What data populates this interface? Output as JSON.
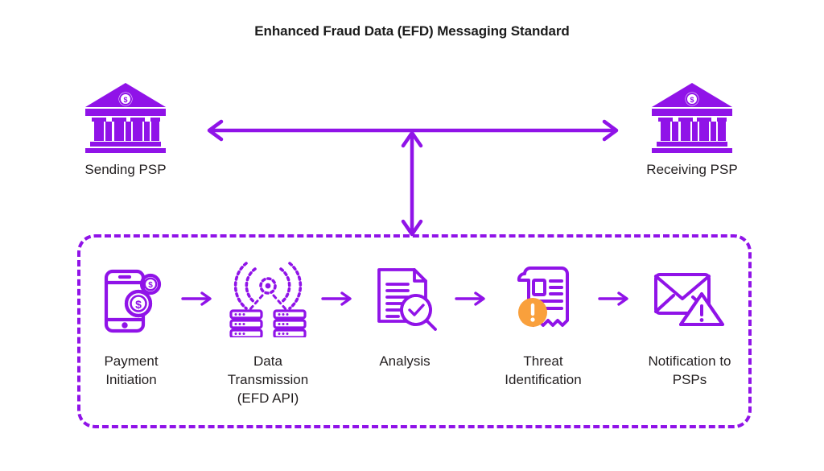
{
  "title": "Enhanced Fraud Data (EFD) Messaging Standard",
  "colors": {
    "purple": "#9013e8",
    "orange": "#f9a03c",
    "text": "#231f20",
    "background": "#ffffff"
  },
  "nodes": [
    {
      "id": "sending-psp",
      "label": "Sending PSP",
      "icon": "bank-icon"
    },
    {
      "id": "receiving-psp",
      "label": "Receiving PSP",
      "icon": "bank-icon"
    }
  ],
  "connectors": [
    {
      "id": "psp-to-psp",
      "icon": "double-headed-horizontal-arrow-icon",
      "direction": "bidirectional"
    },
    {
      "id": "psp-to-process",
      "icon": "double-headed-vertical-arrow-icon",
      "direction": "bidirectional"
    }
  ],
  "process": {
    "border_style": "dashed",
    "steps": [
      {
        "id": "payment-initiation",
        "label": "Payment\nInitiation",
        "icon": "mobile-payment-icon"
      },
      {
        "id": "data-transmission",
        "label": "Data\nTransmission\n(EFD API)",
        "icon": "wireless-servers-icon"
      },
      {
        "id": "analysis",
        "label": "Analysis",
        "icon": "document-magnifier-check-icon"
      },
      {
        "id": "threat-identification",
        "label": "Threat\nIdentification",
        "icon": "receipt-alert-icon"
      },
      {
        "id": "notification-to-psps",
        "label": "Notification to\nPSPs",
        "icon": "envelope-warning-icon"
      }
    ],
    "step_arrow_icon": "right-arrow-icon"
  }
}
